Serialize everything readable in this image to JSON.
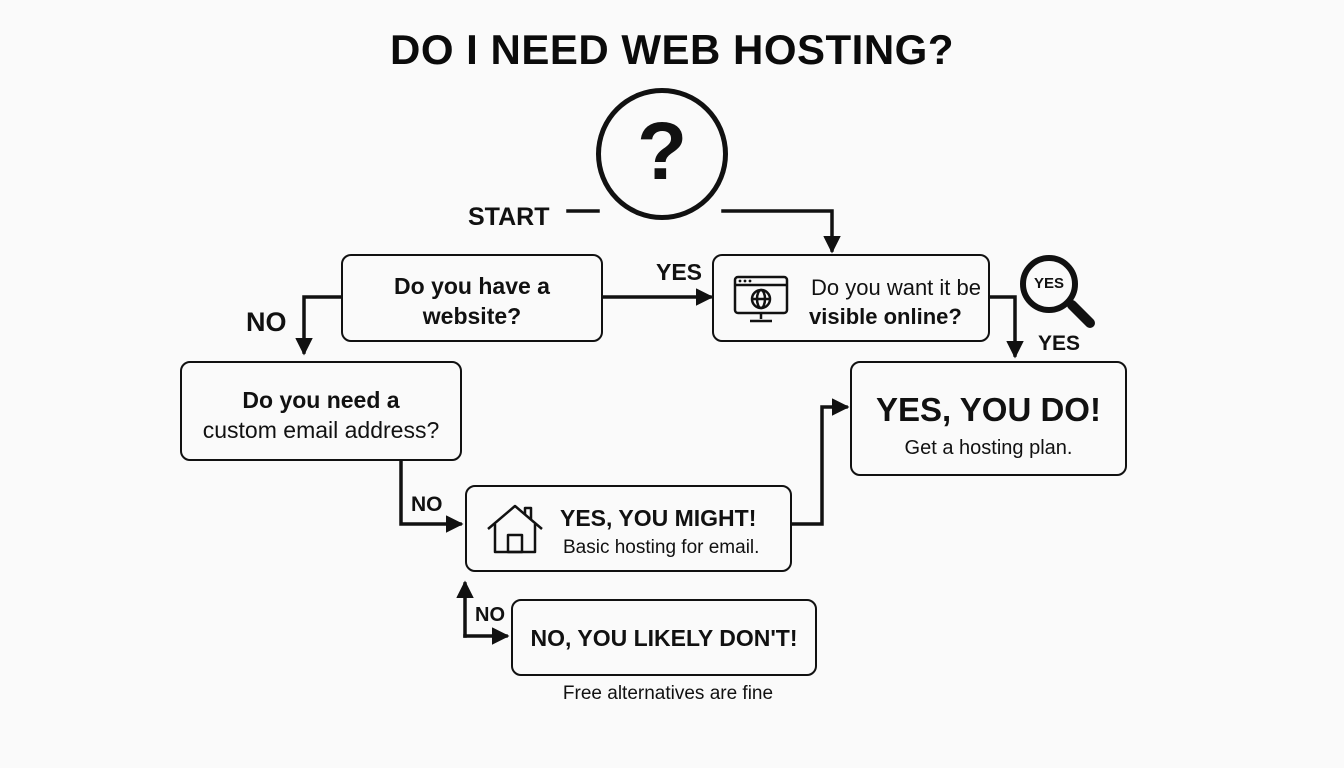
{
  "title": "DO I NEED WEB HOSTING?",
  "start_icon": "question-mark-icon",
  "start_icon_glyph": "?",
  "labels": {
    "start": "START",
    "yes_website": "YES",
    "no_website": "NO",
    "yes_visible": "YES",
    "no_email": "NO",
    "no_email_2": "NO"
  },
  "boxes": {
    "website": {
      "line1": "Do you have a",
      "line2": "website?"
    },
    "visible": {
      "line1": "Do you want it be",
      "line2": "visible online?",
      "icon": "browser-globe-icon"
    },
    "email": {
      "line1": "Do you need a",
      "line2": "custom email address?"
    },
    "yes_do": {
      "headline": "YES, YOU DO!",
      "sub": "Get a hosting plan."
    },
    "might": {
      "headline": "YES, YOU MIGHT!",
      "sub": "Basic hosting for email.",
      "icon": "house-icon"
    },
    "dont": {
      "headline": "NO, YOU LIKELY DON'T!",
      "caption": "Free alternatives are fine"
    }
  },
  "magnifier": {
    "text": "YES",
    "icon": "magnifier-icon"
  }
}
